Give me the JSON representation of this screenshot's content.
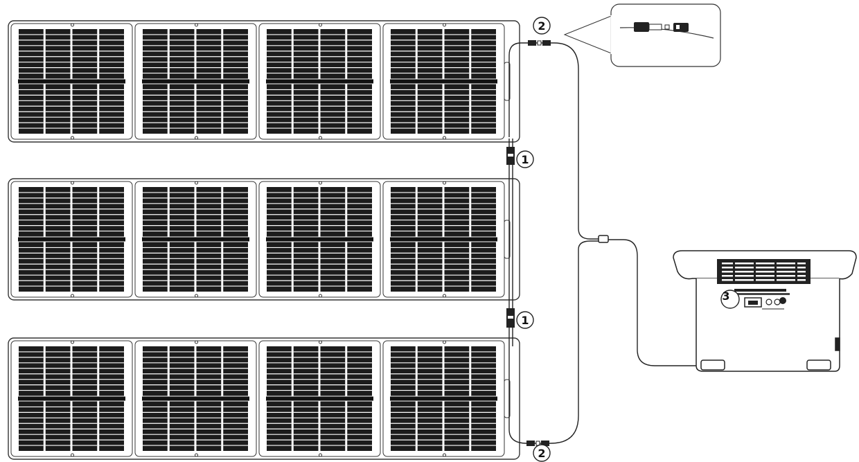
{
  "diagram": {
    "panel_rows": 3,
    "modules_per_row": 4,
    "callouts": {
      "parallel_connector": "1",
      "branch_connector": "2",
      "input_port": "3"
    },
    "colors": {
      "line": "#222222",
      "cell": "#1c1c1c",
      "cell_gap": "#ffffff",
      "panel_frame": "#333333",
      "background": "#ffffff",
      "station_body": "#ffffff"
    },
    "components": {
      "panels": "solar-panel-array",
      "connector_1": "parallel-connector-icon",
      "connector_2": "branch-connector-icon",
      "station": "portable-power-station",
      "port": "solar-input-port-icon"
    }
  }
}
